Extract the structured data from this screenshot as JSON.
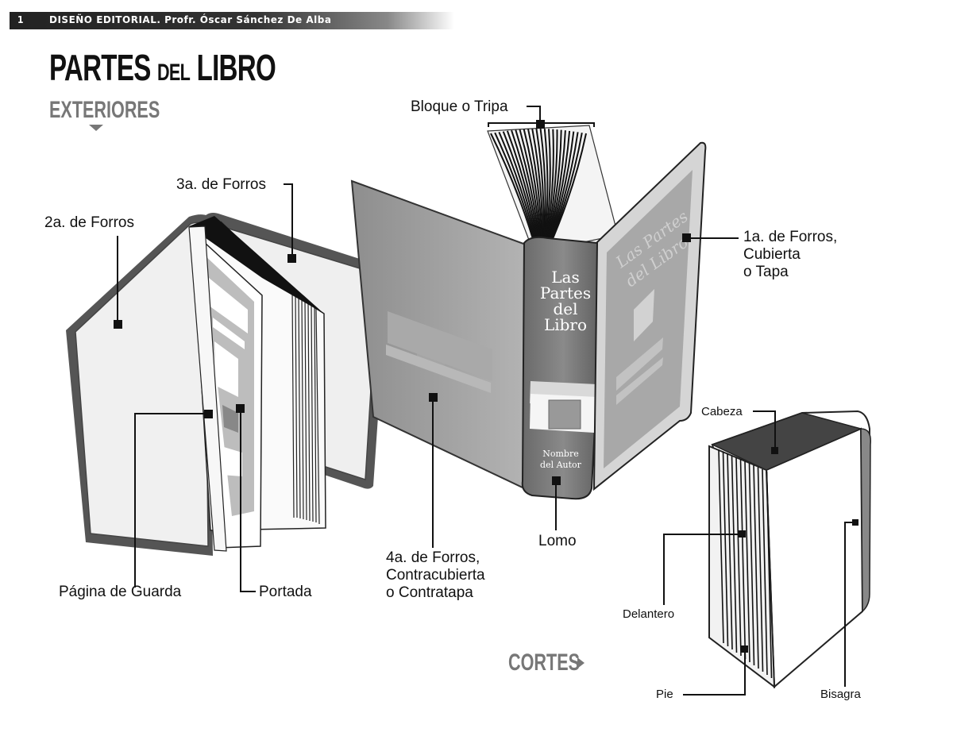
{
  "header": {
    "page_number": "1",
    "text": "DISEÑO EDITORIAL. Profr. Óscar Sánchez De Alba"
  },
  "title": {
    "main_a": "PARTES",
    "main_small": "DEL",
    "main_b": "LIBRO"
  },
  "subtitle": "EXTERIORES",
  "cortes": "CORTES",
  "book_cover": {
    "spine_title_lines": [
      "Las",
      "Partes",
      "del",
      "Libro"
    ],
    "spine_author_lines": [
      "Nombre",
      "del Autor"
    ],
    "front_title_lines": [
      "Las Partes",
      "del Libro"
    ]
  },
  "labels": {
    "segunda_forros": "2a. de Forros",
    "tercera_forros": "3a. de Forros",
    "bloque_tripa": "Bloque o Tripa",
    "primera_forros": [
      "1a. de Forros,",
      "Cubierta",
      "o Tapa"
    ],
    "pagina_guarda": "Página de Guarda",
    "portada": "Portada",
    "cuarta_forros": [
      "4a. de Forros,",
      "Contracubierta",
      "o Contratapa"
    ],
    "lomo": "Lomo",
    "cabeza": "Cabeza",
    "delantero": "Delantero",
    "pie": "Pie",
    "bisagra": "Bisagra"
  }
}
